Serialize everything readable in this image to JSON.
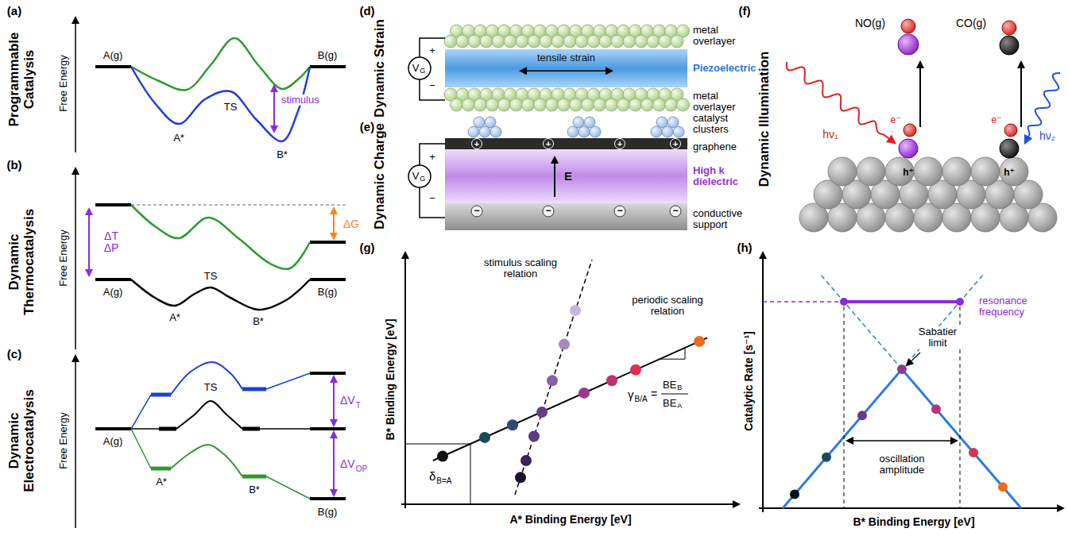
{
  "diagram": {
    "nodes": [
      {
        "text": [
          "tensile strain",
          "Piezoelectric"
        ]
      },
      {
        "text": [
          "E",
          "High k dielectric"
        ]
      }
    ],
    "labels": [
      "(a)",
      "Programmable Catalysis",
      "Free Energy",
      "A(g)",
      "B(g)",
      "TS",
      "A*",
      "B*",
      "stimulus",
      "(b)",
      "Dynamic Thermocatalysis",
      "Free Energy",
      "A(g)",
      "B(g)",
      "TS",
      "A*",
      "B*",
      "ΔT ΔP",
      "ΔG",
      "(c)",
      "Dynamic Electrocatalysis",
      "Free Energy",
      "A(g)",
      "B(g)",
      "TS",
      "A*",
      "B*",
      "ΔV",
      "T",
      "ΔV",
      "OP",
      "(d)",
      "Dynamic Strain",
      "V",
      "G",
      "+",
      "−",
      "metal overlayer",
      "metal overlayer",
      "(e)",
      "Dynamic Charge",
      "V",
      "G",
      "+",
      "−",
      "catalyst clusters",
      "graphene",
      "conductive support",
      "+",
      "+",
      "+",
      "+",
      "−",
      "−",
      "−",
      "−",
      "(f)",
      "Dynamic Illumination",
      "NO(g)",
      "CO(g)",
      "hν₁",
      "hν₂",
      "e⁻",
      "e⁻",
      "h⁺",
      "h⁺",
      "(g)",
      "B* Binding Energy [eV]",
      "A* Binding Energy [eV]",
      "stimulus scaling relation",
      "periodic scaling relation",
      "γ",
      "B/A",
      "=",
      "BE",
      "B",
      "BE",
      "A",
      "δ",
      "B=A",
      "(h)",
      "Catalytic Rate [s⁻¹]",
      "B* Binding Energy [eV]",
      "resonance frequency",
      "Sabatier limit",
      "oscillation amplitude"
    ]
  }
}
